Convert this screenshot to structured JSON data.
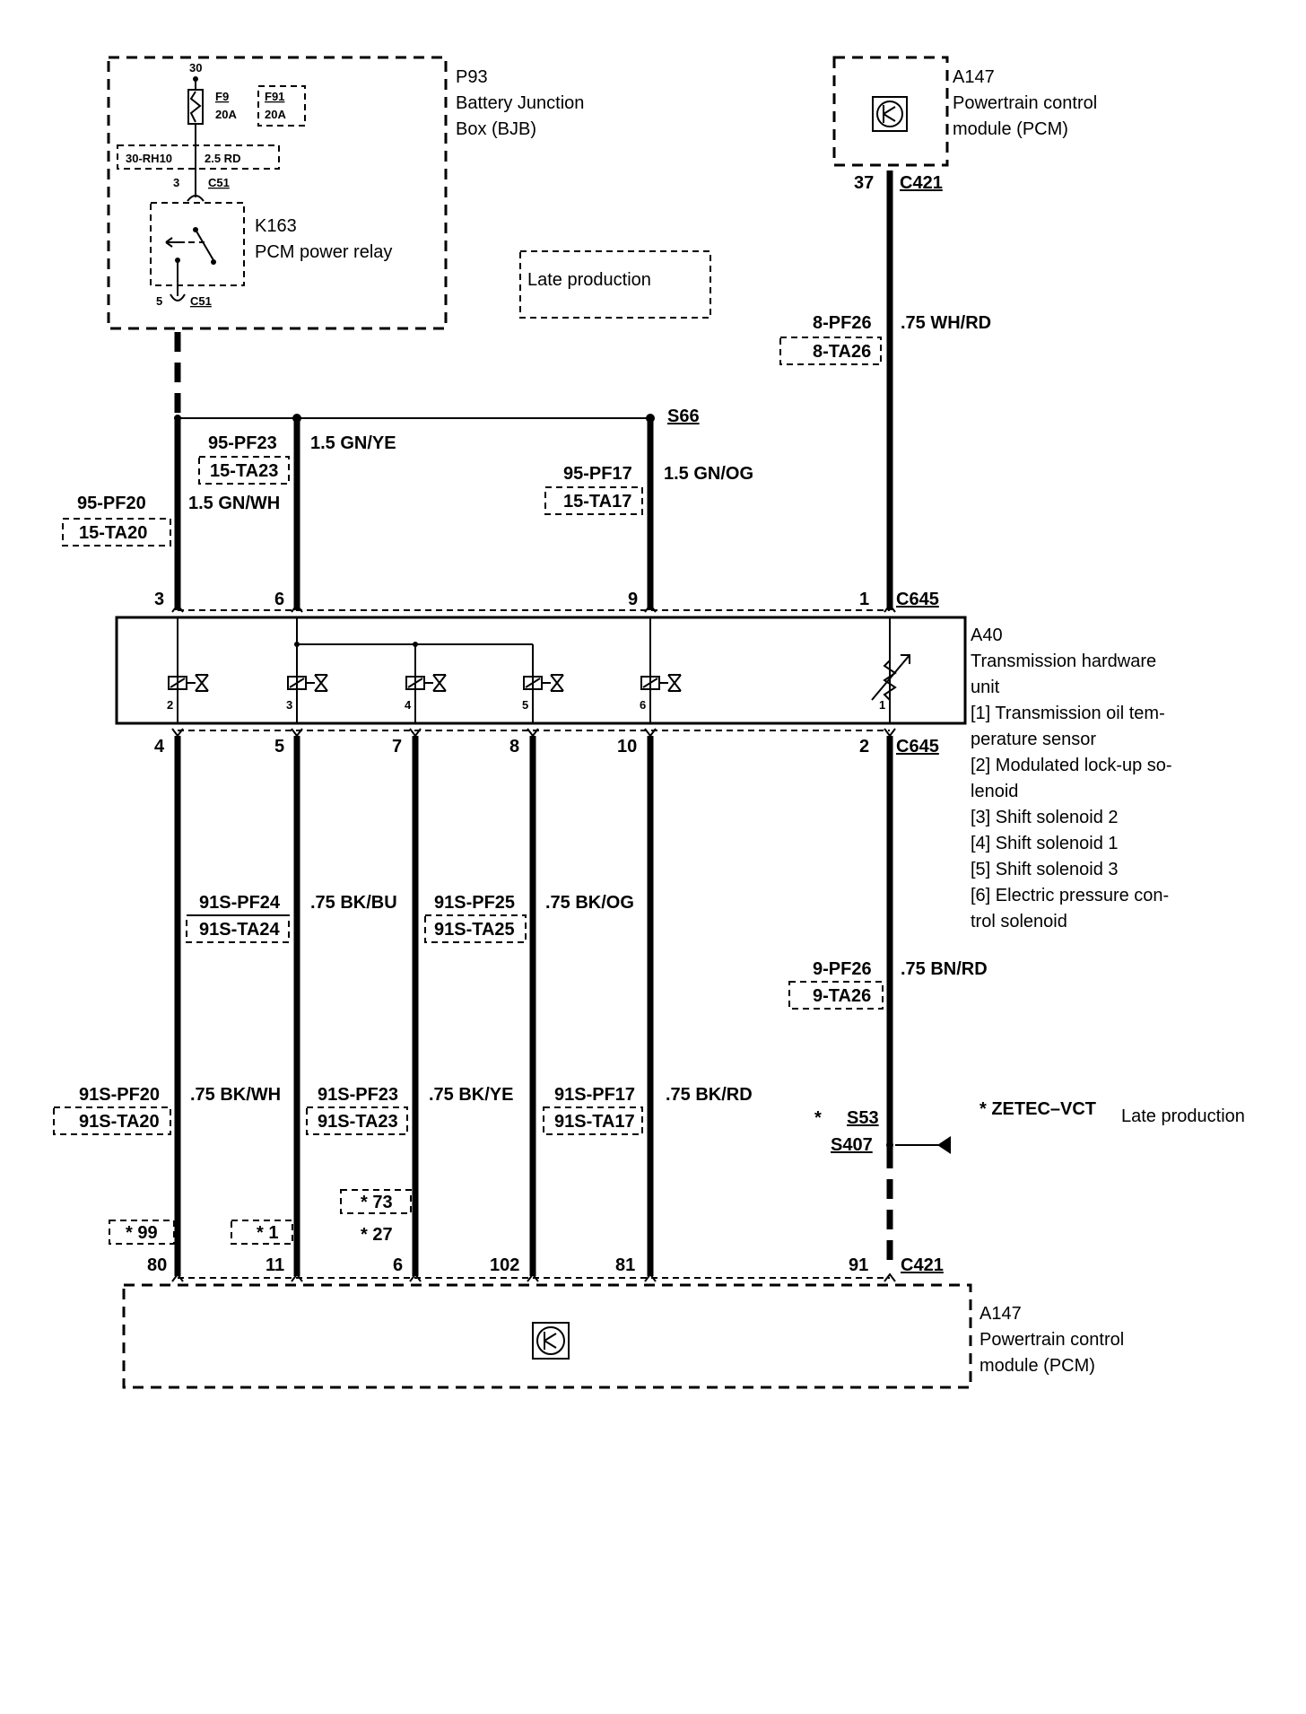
{
  "bjb": {
    "id": "P93",
    "name_line1": "Battery Junction",
    "name_line2": "Box (BJB)",
    "terminal_30": "30",
    "fuse_f9_id": "F9",
    "fuse_f9_rating": "20A",
    "fuse_f91_id": "F91",
    "fuse_f91_rating": "20A",
    "wire_left": "30-RH10",
    "wire_right": "2.5 RD",
    "relay_pin_top": "3",
    "relay_pin_bottom": "5",
    "connector": "C51",
    "relay_id": "K163",
    "relay_name": "PCM power relay"
  },
  "late_production_box": "Late production",
  "pcm_top": {
    "id": "A147",
    "name_line1": "Powertrain control",
    "name_line2": "module (PCM)",
    "pin": "37",
    "connector": "C421"
  },
  "splice_top": "S66",
  "upper_wires": [
    {
      "circuit": "95-PF20",
      "alt": "15-TA20",
      "spec": "1.5 GN/WH"
    },
    {
      "circuit": "95-PF23",
      "alt": "15-TA23",
      "spec": "1.5 GN/YE"
    },
    {
      "circuit": "95-PF17",
      "alt": "15-TA17",
      "spec": "1.5 GN/OG"
    },
    {
      "circuit": "8-PF26",
      "alt": "8-TA26",
      "spec": ".75 WH/RD"
    }
  ],
  "c645": {
    "connector": "C645",
    "top_pins": [
      "3",
      "6",
      "9",
      "1"
    ],
    "bottom_pins": [
      "4",
      "5",
      "7",
      "8",
      "10",
      "2"
    ]
  },
  "transmission_unit": {
    "id": "A40",
    "name_line1": "Transmission hardware",
    "name_line2": "unit",
    "components": [
      "[1] Transmission oil tem-",
      "perature sensor",
      "[2] Modulated lock-up so-",
      "lenoid",
      "[3] Shift solenoid 2",
      "[4] Shift solenoid 1",
      "[5] Shift solenoid 3",
      "[6] Electric pressure con-",
      "trol solenoid"
    ],
    "element_numbers": [
      "2",
      "3",
      "4",
      "5",
      "6",
      "1"
    ]
  },
  "lower_wires_mid": [
    {
      "circuit": "91S-PF24",
      "alt": "91S-TA24",
      "spec": ".75 BK/BU"
    },
    {
      "circuit": "91S-PF25",
      "alt": "91S-TA25",
      "spec": ".75 BK/OG"
    },
    {
      "circuit": "9-PF26",
      "alt": "9-TA26",
      "spec": ".75 BN/RD"
    }
  ],
  "lower_wires_low": [
    {
      "circuit": "91S-PF20",
      "alt": "91S-TA20",
      "spec": ".75 BK/WH"
    },
    {
      "circuit": "91S-PF23",
      "alt": "91S-TA23",
      "spec": ".75 BK/YE"
    },
    {
      "circuit": "91S-PF17",
      "alt": "91S-TA17",
      "spec": ".75 BK/RD"
    }
  ],
  "splices_right": {
    "star": "*",
    "s53": "S53",
    "s407": "S407",
    "zetec": "*  ZETEC–VCT",
    "late": "Late production"
  },
  "pin_notes": {
    "p99": "* 99",
    "p1": "* 1",
    "p73": "* 73",
    "p27": "*  27"
  },
  "pcm_bottom": {
    "id": "A147",
    "name_line1": "Powertrain control",
    "name_line2": "module (PCM)",
    "pins": [
      "80",
      "11",
      "6",
      "102",
      "81",
      "91"
    ],
    "connector": "C421"
  }
}
